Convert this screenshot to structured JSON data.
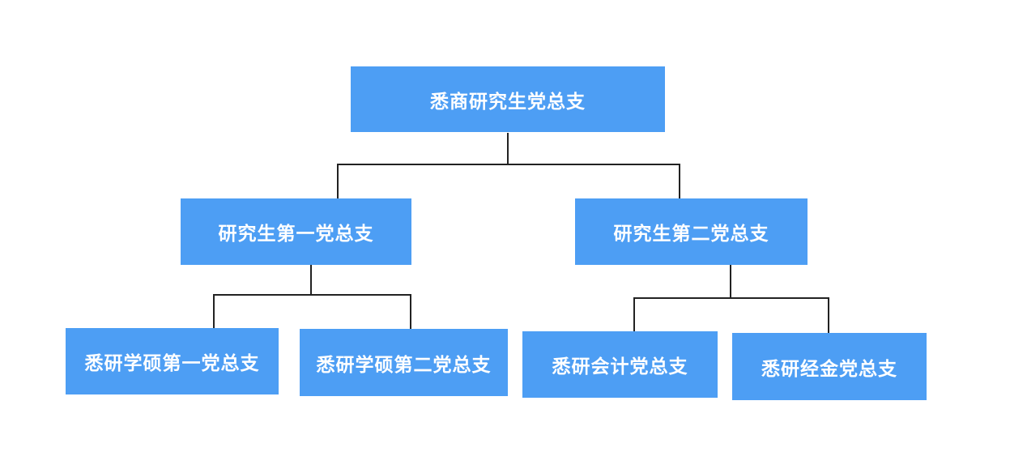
{
  "diagram": {
    "type": "org-chart",
    "background_color": "#ffffff",
    "node_fill_color": "#4d9ef4",
    "node_text_color": "#ffffff",
    "connector_color": "#222222",
    "root": {
      "label": "悉商研究生党总支"
    },
    "children": [
      {
        "label": "研究生第一党总支",
        "children": [
          {
            "label": "悉研学硕第一党总支"
          },
          {
            "label": "悉研学硕第二党总支"
          }
        ]
      },
      {
        "label": "研究生第二党总支",
        "children": [
          {
            "label": "悉研会计党总支"
          },
          {
            "label": "悉研经金党总支"
          }
        ]
      }
    ]
  }
}
